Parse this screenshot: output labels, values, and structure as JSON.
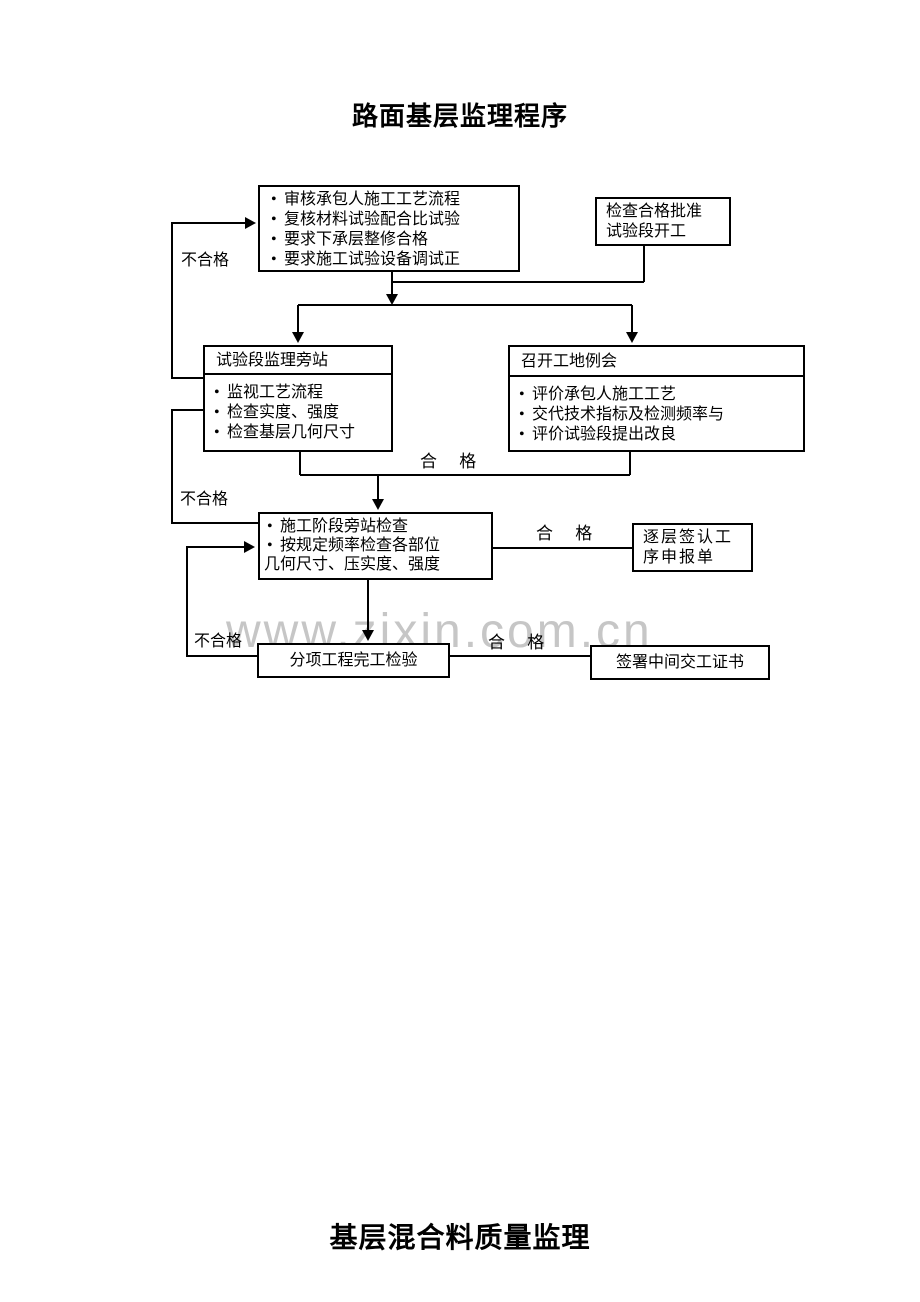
{
  "titles": {
    "top": "路面基层监理程序",
    "bottom": "基层混合料质量监理"
  },
  "watermark": "www.zixin.com.cn",
  "colors": {
    "line": "#000000",
    "watermark": "#c6c6c6",
    "background": "#ffffff"
  },
  "boxes": {
    "review": {
      "items": [
        "审核承包人施工工艺流程",
        "复核材料试验配合比试验",
        "要求下承层整修合格",
        "要求施工试验设备调试正"
      ]
    },
    "approve": {
      "lines": [
        "检查合格批准",
        "试验段开工"
      ]
    },
    "trial": {
      "header": "试验段监理旁站",
      "items": [
        "监视工艺流程",
        "检查实度、强度",
        "检查基层几何尺寸"
      ]
    },
    "meeting": {
      "header": "召开工地例会",
      "items": [
        "评价承包人施工工艺",
        "交代技术指标及检测频率与",
        "评价试验段提出改良"
      ]
    },
    "construction": {
      "bullets": [
        "施工阶段旁站检查",
        "按规定频率检查各部位"
      ],
      "continuation": "几何尺寸、压实度、强度"
    },
    "sign": {
      "lines": [
        "逐层签认工",
        "序申报单"
      ]
    },
    "inspection": {
      "label": "分项工程完工检验"
    },
    "certificate": {
      "label": "签署中间交工证书"
    }
  },
  "labels": {
    "fail": "不合格",
    "pass": "合 格"
  }
}
